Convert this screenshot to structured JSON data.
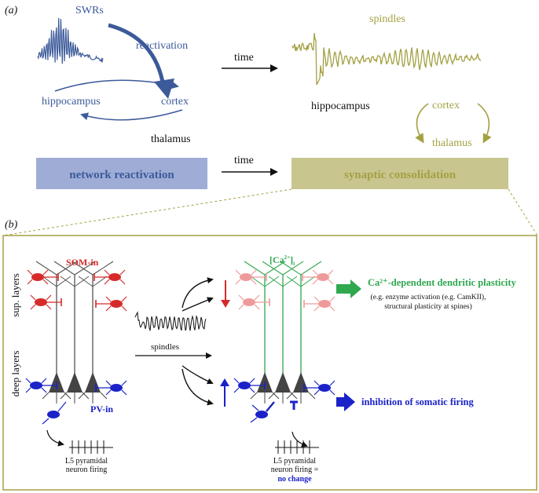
{
  "colors": {
    "blue": "#3c5a9a",
    "olive": "#a4a143",
    "blueBox": "#9fadd6",
    "oliveBox": "#c8c58f",
    "red": "#d62a2a",
    "pink": "#ef9a9a",
    "green": "#2fa84f",
    "navy": "#1a22c8",
    "grey": "#555555"
  },
  "panelA": {
    "label": "(a)",
    "swrs": "SWRs",
    "reactivation": "reactivation",
    "hippocampus": "hippocampus",
    "cortex": "cortex",
    "thalamus": "thalamus",
    "time": "time",
    "spindles": "spindles",
    "hippocampus2": "hippocampus",
    "cortex2": "cortex",
    "thalamus2": "thalamus",
    "time2": "time",
    "networkReactivation": "network reactivation",
    "synapticConsolidation": "synaptic consolidation"
  },
  "panelB": {
    "label": "(b)",
    "somIn": "SOM-in",
    "pvIn": "PV-in",
    "supLayers": "sup. layers",
    "deepLayers": "deep layers",
    "spindles": "spindles",
    "caMain": "[Ca",
    "caSup": "2+",
    "caSub": "i",
    "plasticityTitle": "Ca²⁺-dependent dendritic plasticity",
    "plasticityLine1": "(e.g. enzyme activation (e.g. CamKII),",
    "plasticityLine2": "structural plasticity at spines)",
    "inhibition": "inhibition of somatic firing",
    "l5Left1": "L5 pyramidal",
    "l5Left2": "neuron firing",
    "l5Right1": "L5 pyramidal",
    "l5Right2": "neuron firing =",
    "noChange": "no change"
  }
}
